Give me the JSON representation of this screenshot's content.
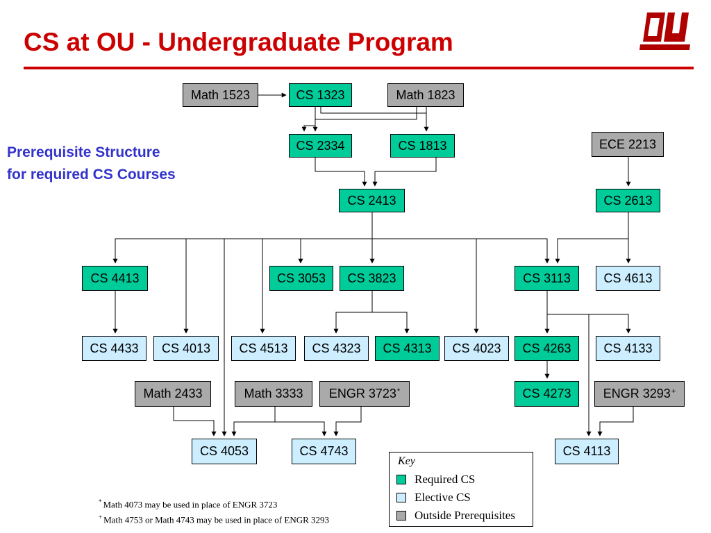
{
  "header": {
    "title": "CS at OU - Undergraduate Program",
    "subtitle_lines": [
      "Prerequisite Structure",
      "for required CS Courses"
    ]
  },
  "colors": {
    "title_red": "#cc0000",
    "subtitle_blue": "#3333cc",
    "required": "#00cc99",
    "elective": "#cceeff",
    "outside": "#aaaaaa"
  },
  "courses": {
    "math1523": {
      "label": "Math 1523",
      "type": "outside"
    },
    "cs1323": {
      "label": "CS 1323",
      "type": "required"
    },
    "math1823": {
      "label": "Math 1823",
      "type": "outside"
    },
    "cs2334": {
      "label": "CS 2334",
      "type": "required"
    },
    "cs1813": {
      "label": "CS 1813",
      "type": "required"
    },
    "ece2213": {
      "label": "ECE 2213",
      "type": "outside"
    },
    "cs2413": {
      "label": "CS 2413",
      "type": "required"
    },
    "cs2613": {
      "label": "CS 2613",
      "type": "required"
    },
    "cs4413": {
      "label": "CS 4413",
      "type": "required"
    },
    "cs3053": {
      "label": "CS 3053",
      "type": "required"
    },
    "cs3823": {
      "label": "CS 3823",
      "type": "required"
    },
    "cs3113": {
      "label": "CS 3113",
      "type": "required"
    },
    "cs4613": {
      "label": "CS 4613",
      "type": "elective"
    },
    "cs4433": {
      "label": "CS 4433",
      "type": "elective"
    },
    "cs4013": {
      "label": "CS 4013",
      "type": "elective"
    },
    "cs4513": {
      "label": "CS 4513",
      "type": "elective"
    },
    "cs4323": {
      "label": "CS 4323",
      "type": "elective"
    },
    "cs4313": {
      "label": "CS 4313",
      "type": "required"
    },
    "cs4023": {
      "label": "CS 4023",
      "type": "elective"
    },
    "cs4263": {
      "label": "CS 4263",
      "type": "required"
    },
    "cs4133": {
      "label": "CS 4133",
      "type": "elective"
    },
    "math2433": {
      "label": "Math 2433",
      "type": "outside"
    },
    "math3333": {
      "label": "Math 3333",
      "type": "outside"
    },
    "engr3723": {
      "label": "ENGR 3723",
      "sup": "*",
      "type": "outside"
    },
    "cs4273": {
      "label": "CS 4273",
      "type": "required"
    },
    "engr3293": {
      "label": "ENGR 3293",
      "sup": "+",
      "type": "outside"
    },
    "cs4053": {
      "label": "CS 4053",
      "type": "elective"
    },
    "cs4743": {
      "label": "CS 4743",
      "type": "elective"
    },
    "cs4113": {
      "label": "CS 4113",
      "type": "elective"
    }
  },
  "key": {
    "title": "Key",
    "items": [
      {
        "label": "Required CS",
        "color": "#00cc99"
      },
      {
        "label": "Elective CS",
        "color": "#cceeff"
      },
      {
        "label": "Outside Prerequisites",
        "color": "#aaaaaa"
      }
    ]
  },
  "footnotes": [
    {
      "mark": "*",
      "text": "Math 4073 may be used in place of ENGR 3723"
    },
    {
      "mark": "+",
      "text": "Math 4753 or Math 4743 may be used in place of ENGR 3293"
    }
  ]
}
